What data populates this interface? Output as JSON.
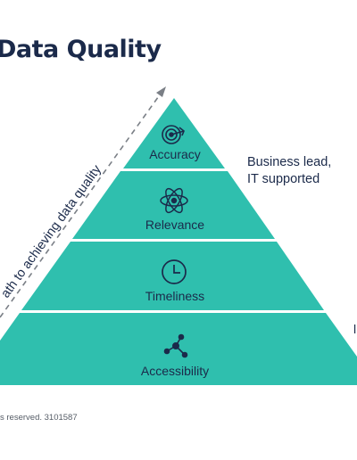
{
  "title": "Data Quality",
  "arrow_label": "ath to achieving data quality",
  "side_note": [
    "Business lead,",
    "IT supported"
  ],
  "tiers": [
    {
      "label": "Accuracy",
      "icon": "target-icon"
    },
    {
      "label": "Relevance",
      "icon": "atom-icon"
    },
    {
      "label": "Timeliness",
      "icon": "clock-icon"
    },
    {
      "label": "Accessibility",
      "icon": "network-icon"
    }
  ],
  "copyright": "s reserved. 3101587",
  "colors": {
    "tier_fill": "#2fbfae",
    "title": "#1b2a4a",
    "arrow": "#7a7f86"
  }
}
